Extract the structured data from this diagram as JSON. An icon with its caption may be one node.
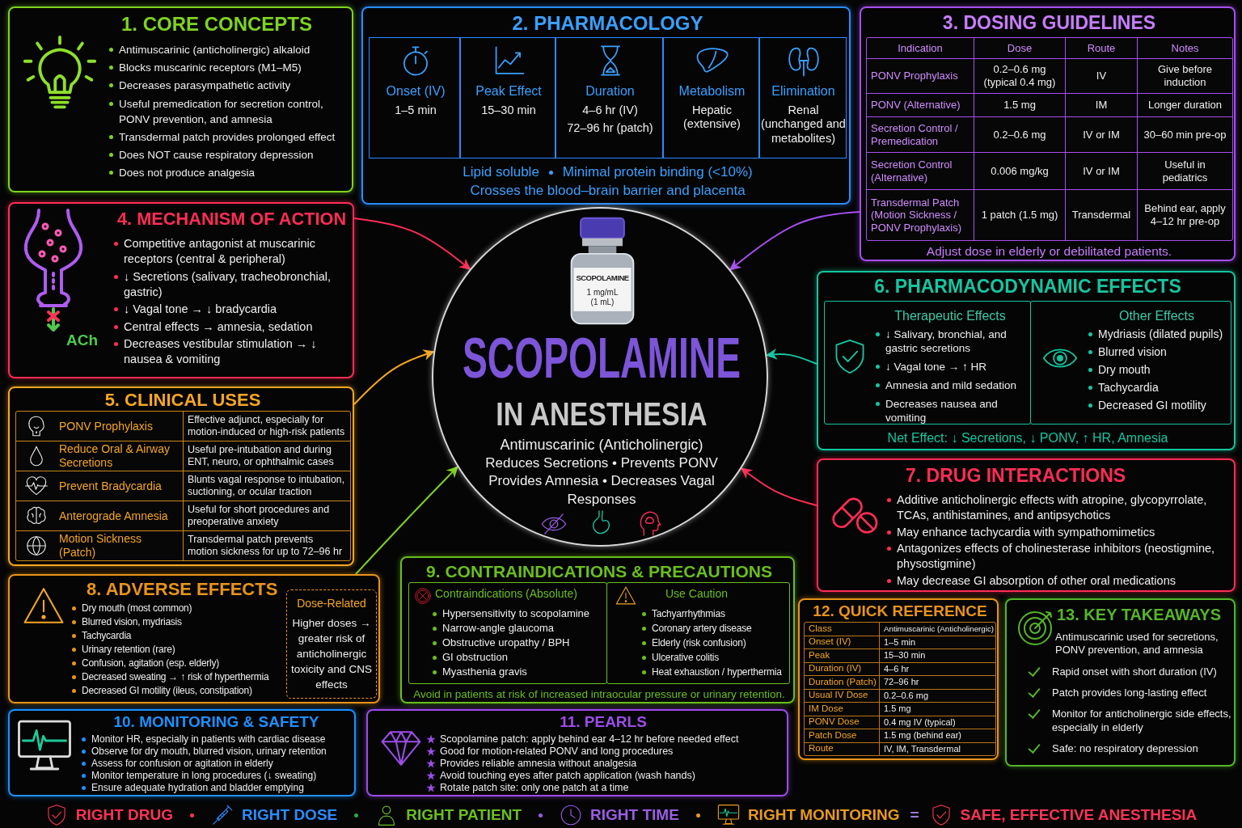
{
  "diagram": {
    "nodes": [
      {
        "text": [
          "1. CORE CONCEPTS",
          "Antimuscarinic (anticholinergic) alkaloid",
          "Blocks muscarinic receptors (M1–M5)",
          "Decreases parasympathetic activity",
          "Useful premedication for secretion control, PONV prevention, and amnesia",
          "Transdermal patch provides prolonged effect",
          "Does NOT cause respiratory depression",
          "Does not produce analgesia"
        ]
      },
      {
        "text": [
          "2. PHARMACOLOGY",
          "Lipid soluble",
          "Minimal protein binding (<10%)",
          "Crosses the blood–brain barrier and placenta"
        ]
      },
      {
        "text": [
          "Onset (IV)",
          "1–5 min"
        ],
        "in": 1
      },
      {
        "text": [
          "Peak Effect",
          "15–30 min"
        ],
        "in": 1
      },
      {
        "text": [
          "Duration",
          "4–6 hr (IV)",
          "72–96 hr (patch)"
        ],
        "in": 1
      },
      {
        "text": [
          "Metabolism",
          "Hepatic (extensive)"
        ],
        "in": 1
      },
      {
        "text": [
          "Elimination",
          "Renal (unchanged and metabolites)"
        ],
        "in": 1
      },
      {
        "text": [
          "3. DOSING GUIDELINES",
          "Indication",
          "Dose",
          "Route",
          "Notes",
          "PONV Prophylaxis",
          "0.2–0.6 mg (typical 0.4 mg)",
          "IV",
          "Give before induction",
          "PONV (Alternative)",
          "1.5 mg",
          "IM",
          "Longer duration",
          "Secretion Control / Premedication",
          "0.2–0.6 mg",
          "IV or IM",
          "30–60 min pre-op",
          "Secretion Control (Alternative)",
          "0.006 mg/kg",
          "IV or IM",
          "Useful in pediatrics",
          "Transdermal Patch (Motion Sickness / PONV Prophylaxis)",
          "1 patch (1.5 mg)",
          "Transdermal",
          "Behind ear, apply 4–12 hr pre-op",
          "Adjust dose in elderly or debilitated patients."
        ]
      },
      {
        "text": [
          "4. MECHANISM OF ACTION",
          "ACh",
          "Competitive antagonist at muscarinic receptors (central & peripheral)",
          "↓ Secretions (salivary, tracheobronchial, gastric)",
          "↓ Vagal tone → ↓ bradycardia",
          "Central effects → amnesia, sedation",
          "Decreases vestibular stimulation → ↓ nausea & vomiting"
        ]
      },
      {
        "text": [
          "5. CLINICAL USES",
          "PONV Prophylaxis",
          "Effective adjunct, especially for motion-induced or high-risk patients",
          "Reduce Oral & Airway Secretions",
          "Useful pre-intubation and during ENT, neuro, or ophthalmic cases",
          "Prevent Bradycardia",
          "Blunts vagal response to intubation, suctioning, or ocular traction",
          "Anterograde Amnesia",
          "Useful for short procedures and preoperative anxiety",
          "Motion Sickness (Patch)",
          "Transdermal patch prevents motion sickness for up to 72–96 hr"
        ]
      },
      {
        "text": [
          "6. PHARMACODYNAMIC EFFECTS",
          "Net Effect: ↓ Secretions, ↓ PONV, ↑ HR, Amnesia"
        ]
      },
      {
        "text": [
          "Therapeutic Effects",
          "↓ Salivary, bronchial, and gastric secretions",
          "↓ Vagal tone → ↑ HR",
          "Amnesia and mild sedation",
          "Decreases nausea and vomiting"
        ],
        "in": 10
      },
      {
        "text": [
          "Other Effects",
          "Mydriasis (dilated pupils)",
          "Blurred vision",
          "Dry mouth",
          "Tachycardia",
          "Decreased GI motility"
        ],
        "in": 10
      },
      {
        "text": [
          "7. DRUG INTERACTIONS",
          "Additive anticholinergic effects with atropine, glycopyrrolate, TCAs, antihistamines, and antipsychotics",
          "May enhance tachycardia with sympathomimetics",
          "Antagonizes effects of cholinesterase inhibitors (neostigmine, physostigmine)",
          "May decrease GI absorption of other oral medications"
        ]
      },
      {
        "text": [
          "8. ADVERSE EFFECTS",
          "Dry mouth (most common)",
          "Blurred vision, mydriasis",
          "Tachycardia",
          "Urinary retention (rare)",
          "Confusion, agitation (esp. elderly)",
          "Decreased sweating → ↑ risk of hyperthermia",
          "Decreased GI motility (ileus, constipation)"
        ]
      },
      {
        "text": [
          "Dose-Related",
          "Higher doses → greater risk of anticholinergic toxicity and CNS effects"
        ],
        "in": 14
      },
      {
        "text": [
          "9. CONTRAINDICATIONS & PRECAUTIONS",
          "Avoid in patients at risk of increased intraocular pressure or urinary retention."
        ]
      },
      {
        "text": [
          "Contraindications (Absolute)",
          "Hypersensitivity to scopolamine",
          "Narrow-angle glaucoma",
          "Obstructive uropathy / BPH",
          "GI obstruction",
          "Myasthenia gravis"
        ],
        "in": 16
      },
      {
        "text": [
          "Use Caution",
          "Tachyarrhythmias",
          "Coronary artery disease",
          "Elderly (risk confusion)",
          "Ulcerative colitis",
          "Heat exhaustion / hyperthermia"
        ],
        "in": 16
      },
      {
        "text": [
          "10. MONITORING & SAFETY",
          "Monitor HR, especially in patients with cardiac disease",
          "Observe for dry mouth, blurred vision, urinary retention",
          "Assess for confusion or agitation in elderly",
          "Monitor temperature in long procedures (↓ sweating)",
          "Ensure adequate hydration and bladder emptying"
        ]
      },
      {
        "text": [
          "11. PEARLS",
          "Scopolamine patch: apply behind ear 4–12 hr before needed effect",
          "Good for motion-related PONV and long procedures",
          "Provides reliable amnesia without analgesia",
          "Avoid touching eyes after patch application (wash hands)",
          "Rotate patch site: only one patch at a time"
        ]
      },
      {
        "text": [
          "12. QUICK REFERENCE",
          "Class",
          "Antimuscarinic (Anticholinergic)",
          "Onset (IV)",
          "1–5 min",
          "Peak",
          "15–30 min",
          "Duration (IV)",
          "4–6 hr",
          "Duration (Patch)",
          "72–96 hr",
          "Usual IV Dose",
          "0.2–0.6 mg",
          "IM Dose",
          "1.5 mg",
          "PONV Dose",
          "0.4 mg IV (typical)",
          "Patch Dose",
          "1.5 mg (behind ear)",
          "Route",
          "IV, IM, Transdermal"
        ]
      },
      {
        "text": [
          "13. KEY TAKEAWAYS",
          "Antimuscarinic used for secretions, PONV prevention, and amnesia",
          "Rapid onset with short duration (IV)",
          "Patch provides long-lasting effect",
          "Monitor for anticholinergic side effects, especially in elderly",
          "Safe: no respiratory depression"
        ]
      },
      {
        "text": [
          "SCOPOLAMINE",
          "IN ANESTHESIA",
          "Antimuscarinic (Anticholinergic)",
          "Reduces Secretions • Prevents PONV Provides Amnesia • Decreases Vagal Responses"
        ]
      },
      {
        "text": [
          "SCOPOLAMINE",
          "1 mg/mL (1 mL)"
        ],
        "in": 23
      }
    ],
    "edges": [
      {
        "from": 8,
        "to": 23,
        "arrow": "to",
        "color": "#ff2d55"
      },
      {
        "from": 7,
        "to": 23,
        "arrow": "to",
        "color": "#a64ff0"
      },
      {
        "from": 9,
        "to": 23,
        "arrow": "to",
        "color": "#f5a623"
      },
      {
        "from": 10,
        "to": 23,
        "arrow": "to",
        "color": "#16c5a0"
      },
      {
        "from": 13,
        "to": 23,
        "arrow": "to",
        "color": "#ff2d55"
      },
      {
        "from": 14,
        "to": 23,
        "arrow": "to",
        "color": "#7ed321"
      }
    ],
    "labels": [
      "RIGHT DRUG",
      "RIGHT DOSE",
      "RIGHT PATIENT",
      "RIGHT TIME",
      "RIGHT MONITORING",
      "=",
      "SAFE, EFFECTIVE ANESTHESIA"
    ]
  }
}
